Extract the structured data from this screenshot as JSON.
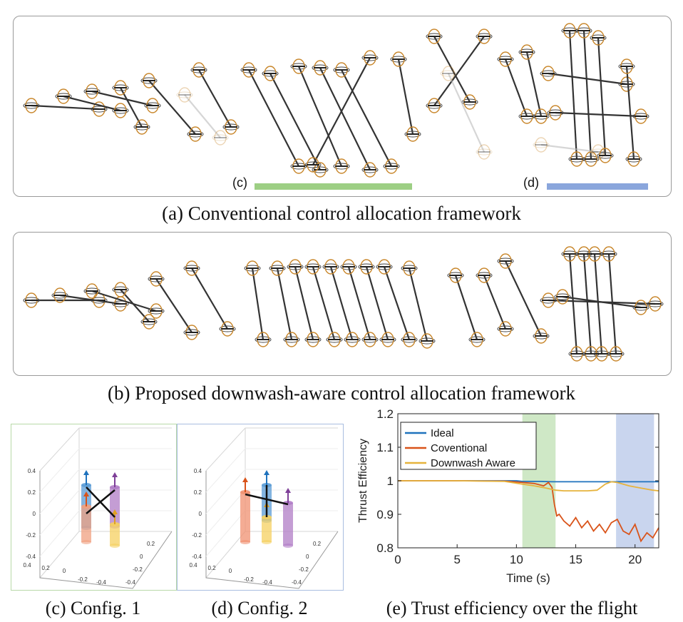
{
  "figure": {
    "panel_a": {
      "caption": "(a) Conventional control allocation framework",
      "marker_c": "(c)",
      "marker_d": "(d)",
      "marker_c_color": "#9dcf84",
      "marker_d_color": "#8aa6dc"
    },
    "panel_b": {
      "caption": "(b) Proposed downwash-aware control allocation framework"
    },
    "panel_c": {
      "caption": "(c) Config. 1",
      "border_color": "#b8d9a8",
      "z_ticks": [
        "0.4",
        "0.2",
        "0",
        "-0.2",
        "-0.4"
      ],
      "x_ticks": [
        "0.4",
        "0.2",
        "0",
        "-0.2",
        "-0.4"
      ],
      "y_ticks": [
        "0.2",
        "0",
        "-0.2",
        "-0.4"
      ]
    },
    "panel_d": {
      "caption": "(d) Config. 2",
      "border_color": "#a9bde0",
      "z_ticks": [
        "0.4",
        "0.2",
        "0",
        "-0.2",
        "-0.4"
      ],
      "x_ticks": [
        "0.4",
        "0.2",
        "0",
        "-0.2",
        "-0.4"
      ],
      "y_ticks": [
        "0.2",
        "0",
        "-0.2",
        "-0.4"
      ]
    },
    "panel_e": {
      "caption": "(e) Trust efficiency over the flight"
    }
  },
  "chart_data": {
    "type": "line",
    "title": "",
    "xlabel": "Time (s)",
    "ylabel": "Thrust Efficiency",
    "xlim": [
      0,
      22
    ],
    "ylim": [
      0.8,
      1.2
    ],
    "xticks": [
      "0",
      "5",
      "10",
      "15",
      "20"
    ],
    "yticks": [
      "0.8",
      "0.9",
      "1",
      "1.1",
      "1.2"
    ],
    "legend_position": "top-left",
    "grid": false,
    "shaded_regions": [
      {
        "x0": 10.5,
        "x1": 13.3,
        "color": "#cfe8c6"
      },
      {
        "x0": 18.4,
        "x1": 21.6,
        "color": "#c9d5ee"
      }
    ],
    "series": [
      {
        "name": "Ideal",
        "color": "#1f72bd",
        "x": [
          0,
          5,
          10,
          10.5,
          12,
          13,
          15,
          18,
          20,
          22
        ],
        "y": [
          1.0,
          1.0,
          1.0,
          0.998,
          0.998,
          0.997,
          0.997,
          0.997,
          0.997,
          0.997
        ]
      },
      {
        "name": "Coventional",
        "color": "#d95319",
        "x": [
          0,
          5,
          9,
          10.5,
          11.5,
          12.3,
          12.7,
          13.0,
          13.2,
          13.4,
          13.6,
          14.0,
          14.5,
          15.0,
          15.5,
          16.0,
          16.5,
          17.0,
          17.5,
          18.0,
          18.5,
          19.0,
          19.5,
          20.0,
          20.5,
          21.0,
          21.5,
          22.0
        ],
        "y": [
          1.0,
          1.0,
          0.999,
          0.995,
          0.992,
          0.985,
          0.995,
          0.98,
          0.93,
          0.895,
          0.9,
          0.88,
          0.865,
          0.89,
          0.86,
          0.88,
          0.85,
          0.87,
          0.845,
          0.875,
          0.885,
          0.85,
          0.84,
          0.87,
          0.82,
          0.845,
          0.83,
          0.86
        ]
      },
      {
        "name": "Downwash Aware",
        "color": "#e6b33c",
        "x": [
          0,
          5,
          9,
          10.5,
          11.5,
          12.5,
          13.3,
          14.0,
          15.0,
          16.0,
          16.8,
          17.5,
          18.0,
          18.5,
          19.5,
          20.5,
          21.5,
          22.0
        ],
        "y": [
          1.0,
          1.0,
          0.998,
          0.99,
          0.985,
          0.978,
          0.972,
          0.97,
          0.97,
          0.97,
          0.972,
          0.99,
          0.997,
          0.995,
          0.985,
          0.978,
          0.972,
          0.97
        ]
      }
    ]
  }
}
